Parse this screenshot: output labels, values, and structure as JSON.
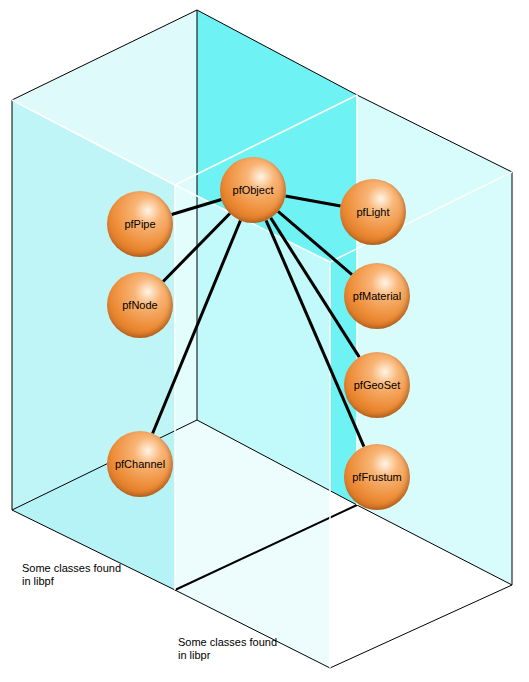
{
  "diagram": {
    "nodes": [
      {
        "text": [
          "pfObject"
        ]
      },
      {
        "text": [
          "pfPipe"
        ]
      },
      {
        "text": [
          "pfLight"
        ]
      },
      {
        "text": [
          "pfNode"
        ]
      },
      {
        "text": [
          "pfMaterial"
        ]
      },
      {
        "text": [
          "pfGeoSet"
        ]
      },
      {
        "text": [
          "pfChannel"
        ]
      },
      {
        "text": [
          "pfFrustum"
        ]
      }
    ],
    "edges": [
      {
        "from": 0,
        "to": 1,
        "arrow": "none"
      },
      {
        "from": 0,
        "to": 2,
        "arrow": "none"
      },
      {
        "from": 0,
        "to": 3,
        "arrow": "none"
      },
      {
        "from": 0,
        "to": 4,
        "arrow": "none"
      },
      {
        "from": 0,
        "to": 5,
        "arrow": "none"
      },
      {
        "from": 0,
        "to": 6,
        "arrow": "none"
      },
      {
        "from": 0,
        "to": 7,
        "arrow": "none"
      }
    ],
    "labels": [
      "Some classes found in libpf",
      "Some classes found in libpr"
    ]
  }
}
